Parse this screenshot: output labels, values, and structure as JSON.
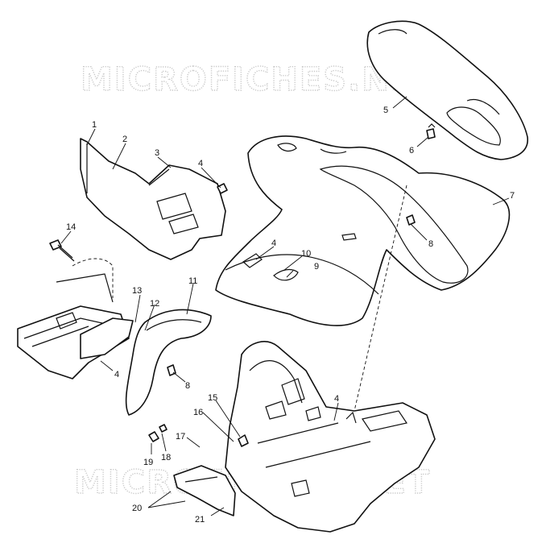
{
  "watermarks": {
    "top": "MICROFICHES.NET",
    "bottom": "MICROFICHES.NET"
  },
  "callouts": [
    {
      "id": "1",
      "label": "1"
    },
    {
      "id": "2",
      "label": "2"
    },
    {
      "id": "3",
      "label": "3"
    },
    {
      "id": "4a",
      "label": "4"
    },
    {
      "id": "5",
      "label": "5"
    },
    {
      "id": "6",
      "label": "6"
    },
    {
      "id": "7",
      "label": "7"
    },
    {
      "id": "14",
      "label": "14"
    },
    {
      "id": "4b",
      "label": "4"
    },
    {
      "id": "10",
      "label": "10"
    },
    {
      "id": "9",
      "label": "9"
    },
    {
      "id": "8a",
      "label": "8"
    },
    {
      "id": "13",
      "label": "13"
    },
    {
      "id": "12",
      "label": "12"
    },
    {
      "id": "11",
      "label": "11"
    },
    {
      "id": "4c",
      "label": "4"
    },
    {
      "id": "8b",
      "label": "8"
    },
    {
      "id": "15",
      "label": "15"
    },
    {
      "id": "16",
      "label": "16"
    },
    {
      "id": "4d",
      "label": "4"
    },
    {
      "id": "17",
      "label": "17"
    },
    {
      "id": "19",
      "label": "19"
    },
    {
      "id": "18",
      "label": "18"
    },
    {
      "id": "20",
      "label": "20"
    },
    {
      "id": "21",
      "label": "21"
    }
  ]
}
